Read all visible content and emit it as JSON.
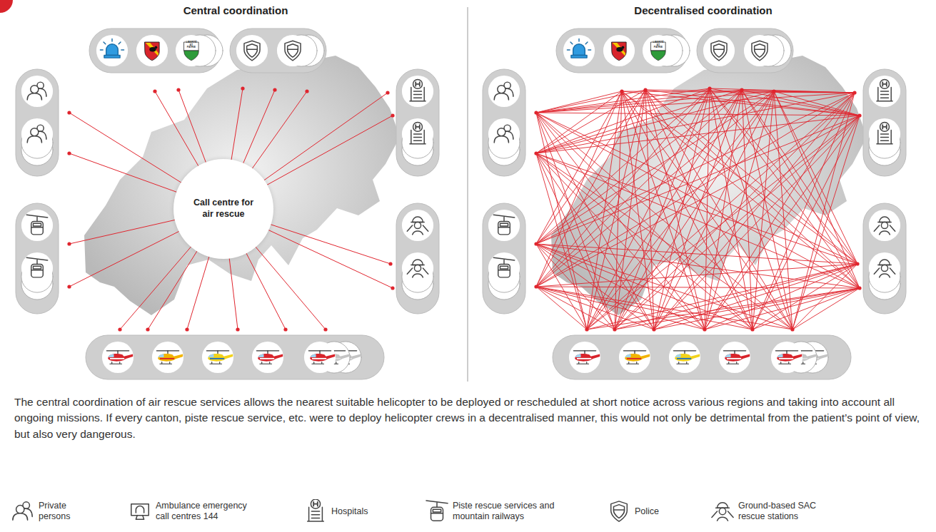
{
  "diagram": {
    "caption": "The central coordination of air rescue services allows the nearest suitable helicopter to be deployed or rescheduled at short notice across various regions and taking into account all ongoing missions. If every canton, piste rescue service, etc. were to deploy helicopter crews in a decentralised manner, this would not only be detrimental from the patient’s point of view, but also very dangerous.",
    "nodes": [
      {
        "text": [
          "Call centre for air rescue"
        ]
      }
    ],
    "labels": [
      "Central coordination",
      "Decentralised coordination",
      "LIBERTÉ ET PATRIE",
      "LIBERTÉ ET PATRIE"
    ],
    "legend": [
      {
        "text": "Private persons"
      },
      {
        "text": "Ambulance emergency call centres 144"
      },
      {
        "text": "Hospitals"
      },
      {
        "text": "Piste rescue services and mountain railways"
      },
      {
        "text": "Police"
      },
      {
        "text": "Ground-based SAC rescue stations"
      }
    ]
  }
}
